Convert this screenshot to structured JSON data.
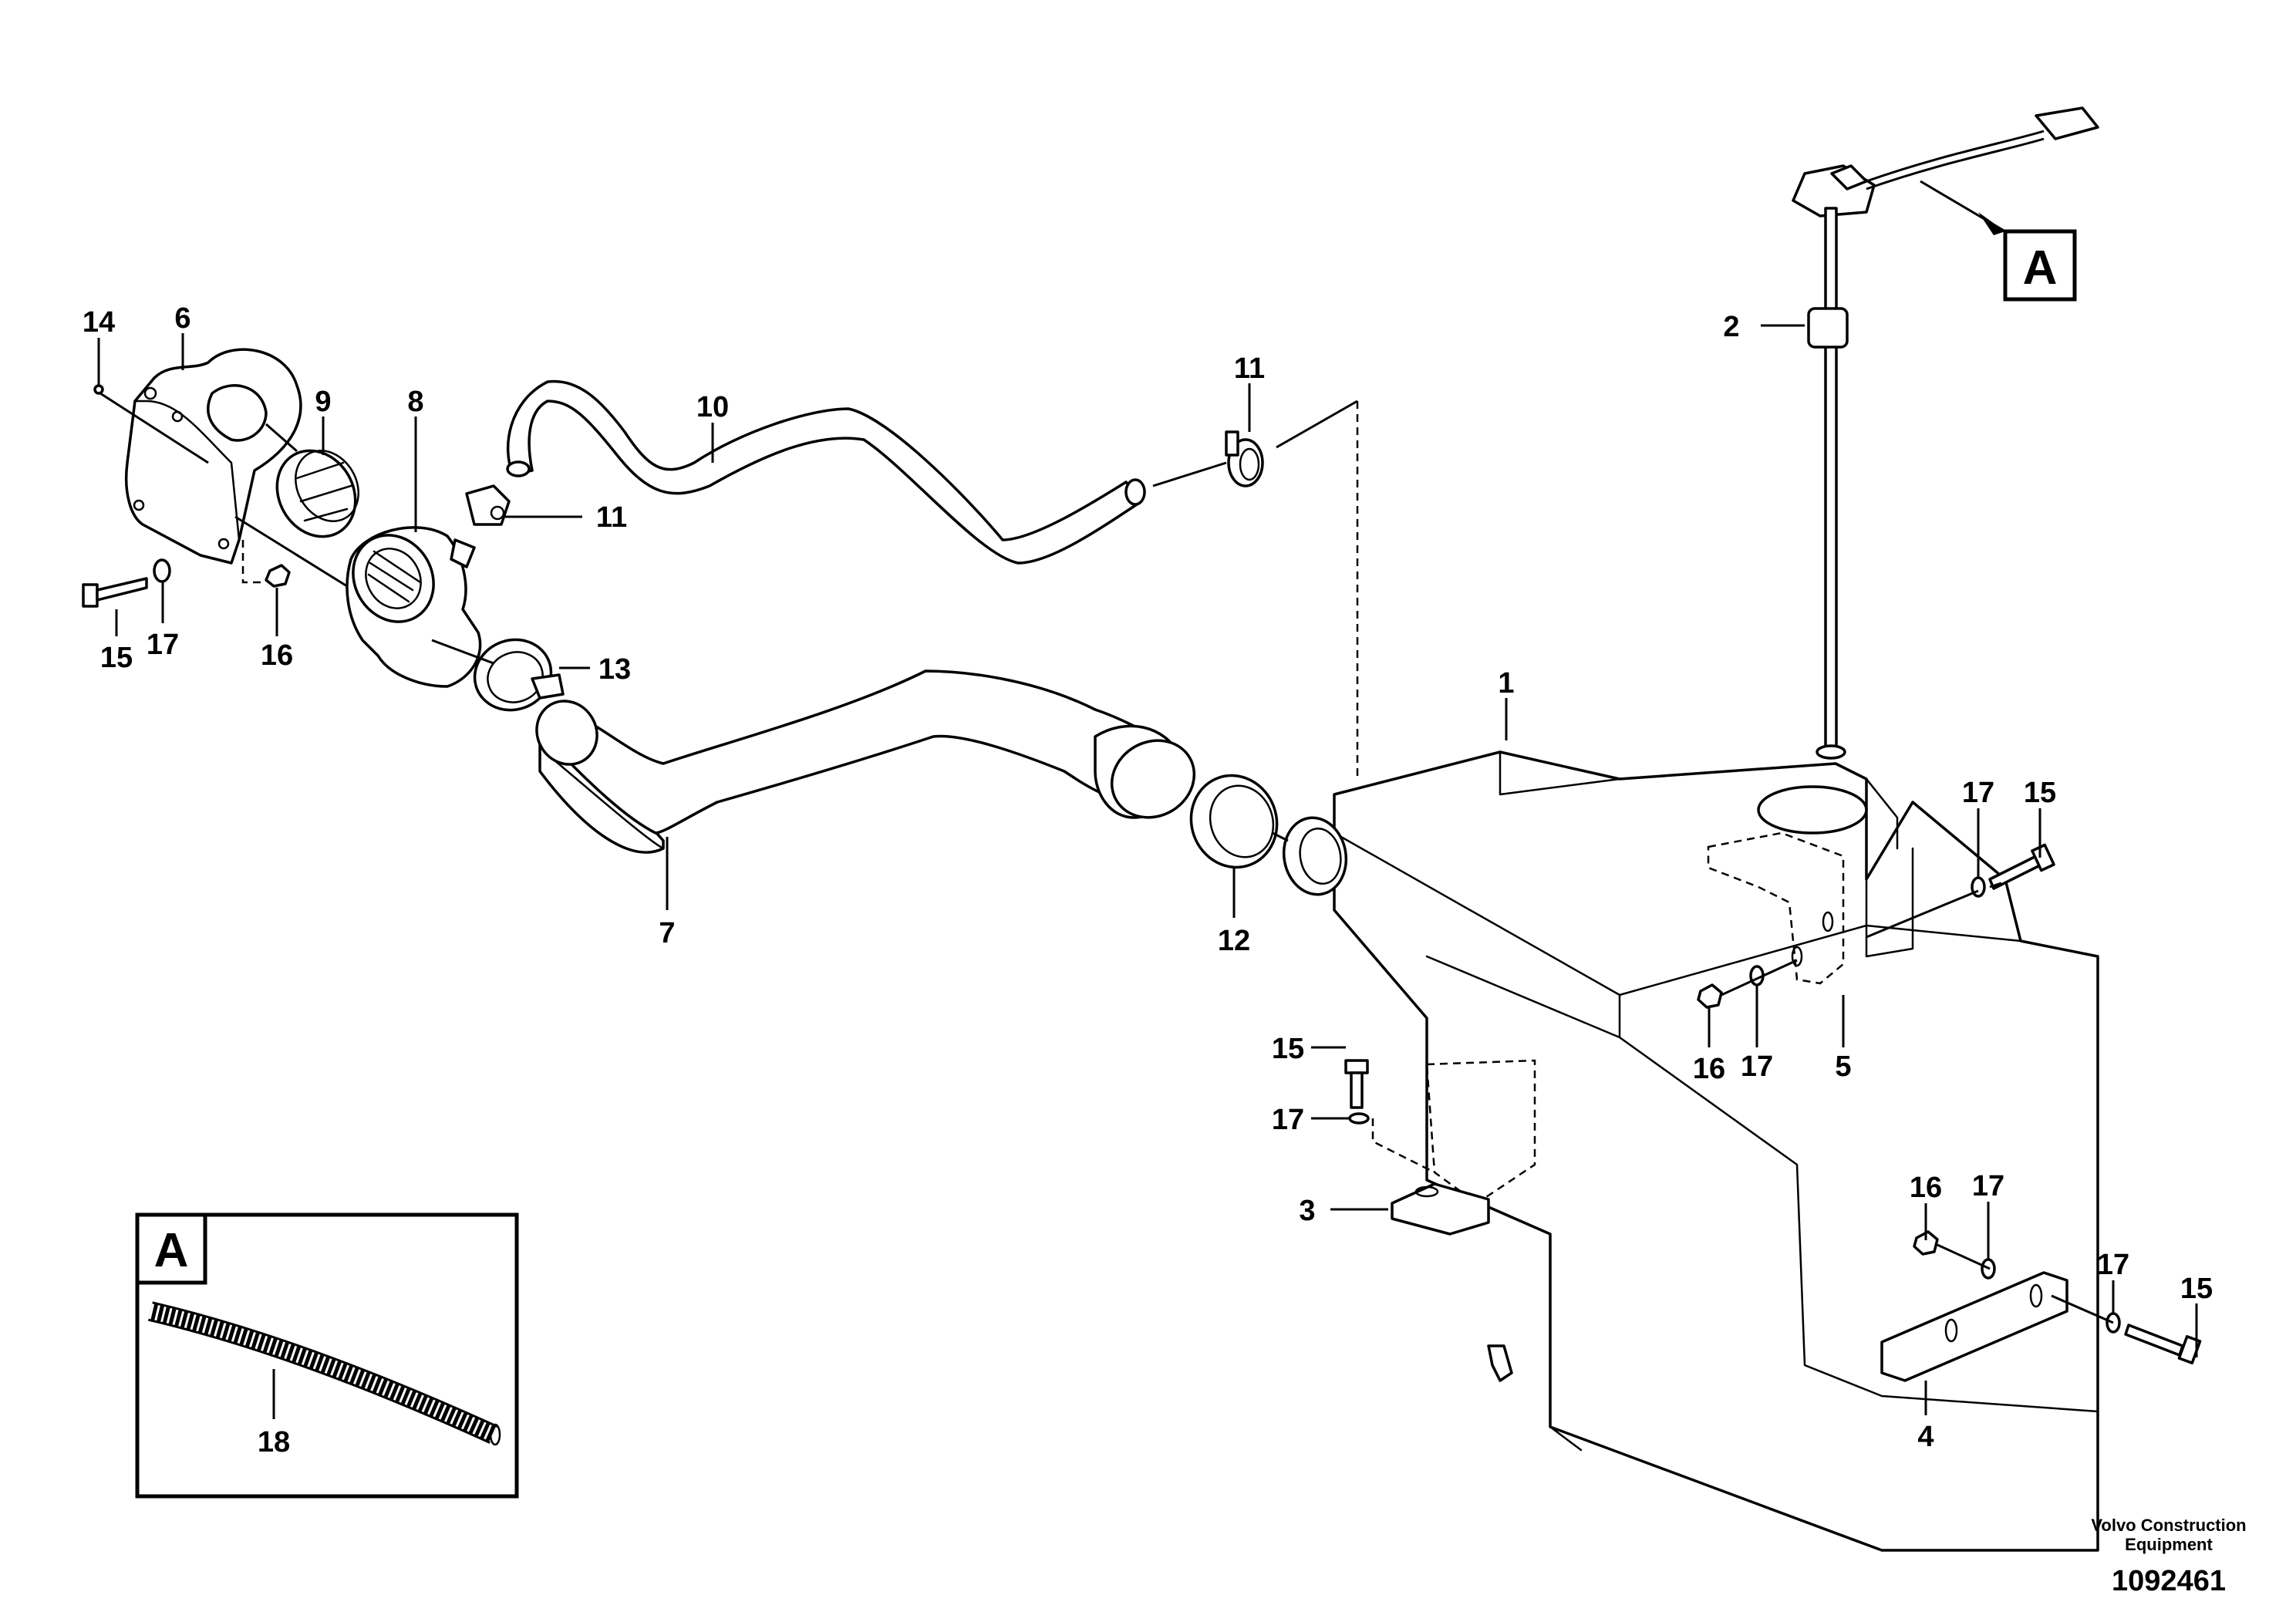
{
  "callouts": {
    "c1": "1",
    "c2": "2",
    "c3": "3",
    "c4": "4",
    "c5": "5",
    "c6": "6",
    "c7": "7",
    "c8": "8",
    "c9": "9",
    "c10": "10",
    "c11a": "11",
    "c11b": "11",
    "c12": "12",
    "c13": "13",
    "c14": "14",
    "c15a": "15",
    "c15b": "15",
    "c15c": "15",
    "c15d": "15",
    "c16a": "16",
    "c16b": "16",
    "c16c": "16",
    "c17a": "17",
    "c17b": "17",
    "c17c": "17",
    "c17d": "17",
    "c17e": "17",
    "c17f": "17",
    "c18": "18"
  },
  "view_ref": {
    "letter": "A"
  },
  "detail": {
    "letter": "A"
  },
  "footer": {
    "line1": "Volvo Construction",
    "line2": "Equipment",
    "doc_number": "1092461"
  }
}
